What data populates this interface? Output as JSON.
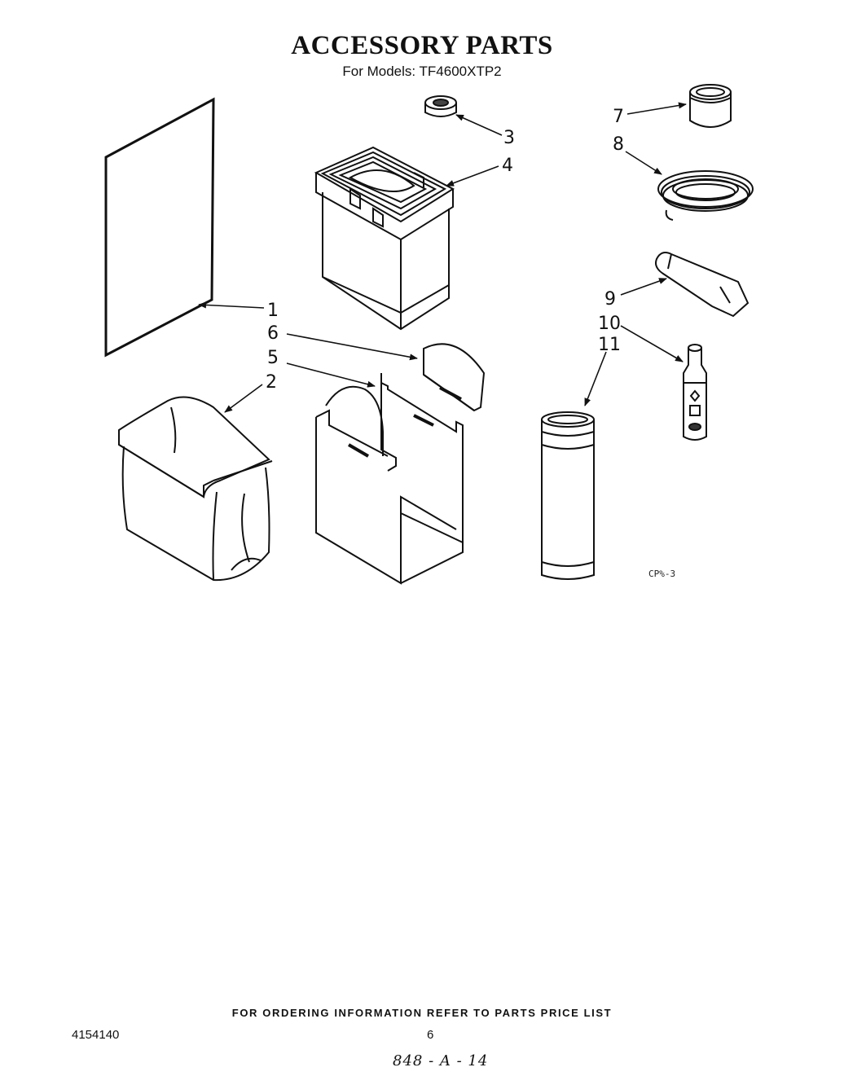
{
  "header": {
    "title": "ACCESSORY PARTS",
    "subtitle": "For Models:  TF4600XTP2"
  },
  "callouts": [
    "1",
    "2",
    "3",
    "4",
    "5",
    "6",
    "7",
    "8",
    "9",
    "10",
    "11"
  ],
  "figure_code": "CP%-3",
  "footer": {
    "ordering_note": "FOR ORDERING INFORMATION REFER TO PARTS PRICE LIST",
    "part_number": "4154140",
    "page_number": "6",
    "handwritten_code": "848 - A - 14"
  }
}
